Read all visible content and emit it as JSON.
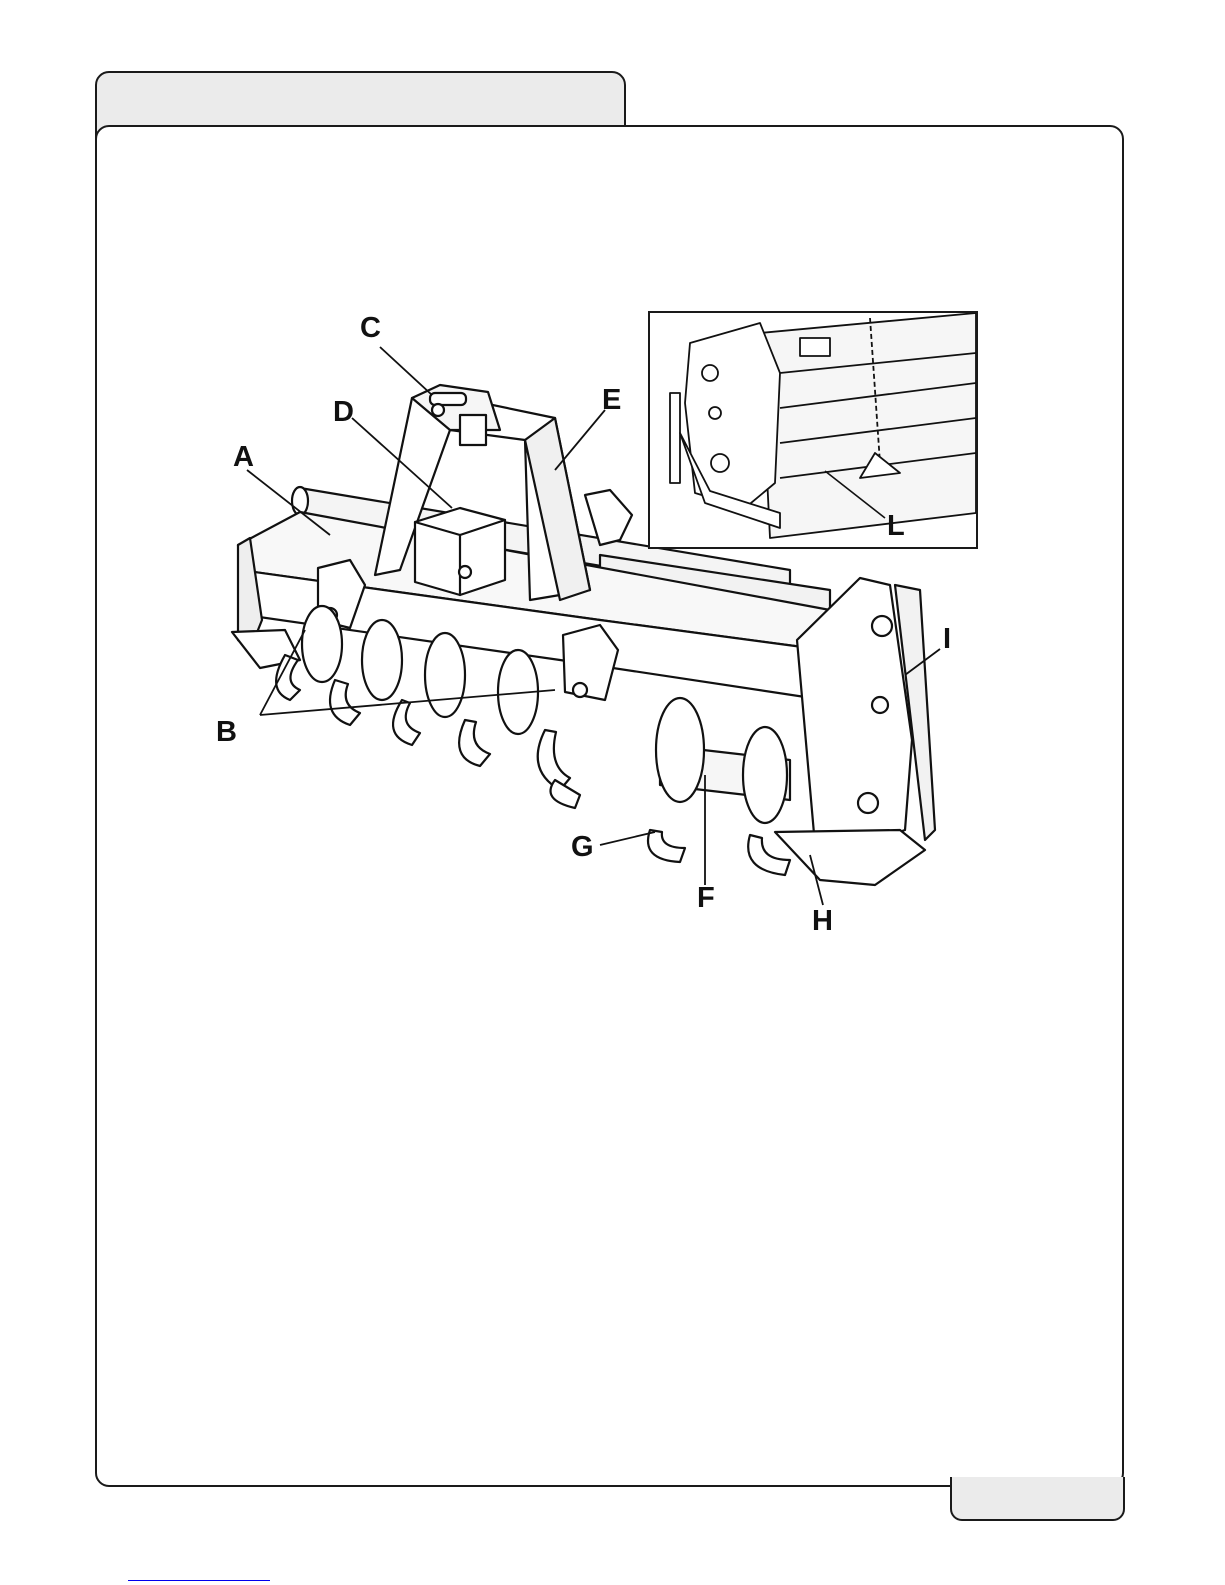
{
  "figure": {
    "callouts": {
      "A": "A",
      "B": "B",
      "C": "C",
      "D": "D",
      "E": "E",
      "F": "F",
      "G": "G",
      "H": "H",
      "I": "I",
      "L": "L"
    }
  },
  "colors": {
    "frame_stroke": "#1a1a1a",
    "tab_fill": "#ebebeb",
    "link": "#0000ee"
  }
}
